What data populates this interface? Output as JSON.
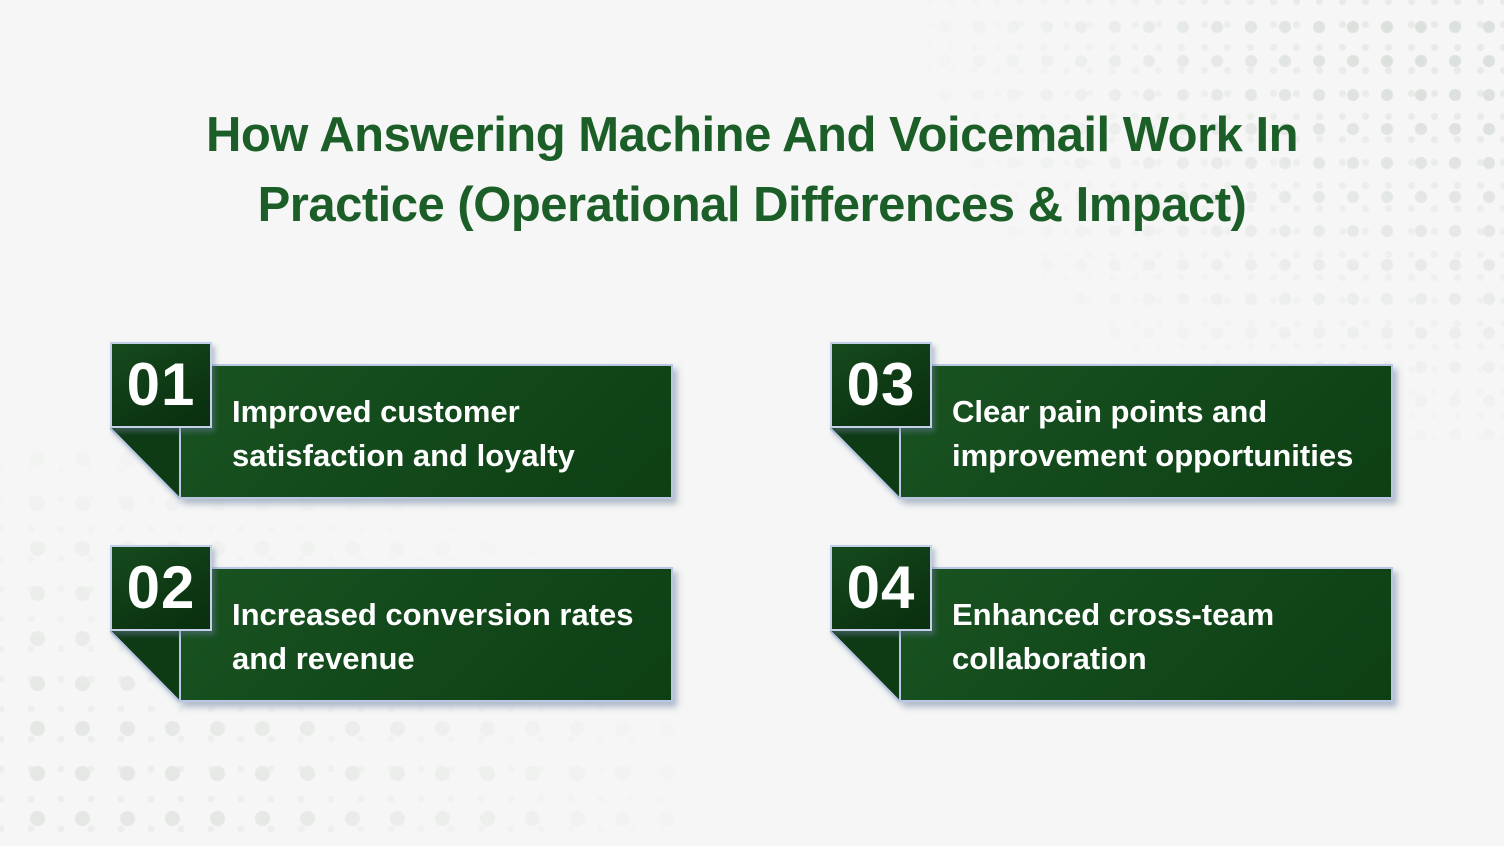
{
  "title": {
    "full": "How Answering Machine And Voicemail Work In Practice (Operational Differences & Impact)",
    "lines": [
      "How Answering Machine And Voicemail Work In",
      "Practice (Operational Differences & Impact)"
    ]
  },
  "items": [
    {
      "number": "01",
      "text": "Improved customer satisfaction and loyalty",
      "lines": [
        "Improved customer",
        "satisfaction and loyalty"
      ]
    },
    {
      "number": "02",
      "text": "Increased conversion rates and revenue",
      "lines": [
        "Increased conversion rates",
        "and revenue"
      ]
    },
    {
      "number": "03",
      "text": "Clear pain points and improvement opportunities",
      "lines": [
        "Clear pain points and",
        "improvement opportunities"
      ]
    },
    {
      "number": "04",
      "text": "Enhanced cross-team collaboration",
      "lines": [
        "Enhanced cross-team",
        "collaboration"
      ]
    }
  ],
  "colors": {
    "background": "#f5f6f5",
    "title_green": "#1c5e28",
    "bar_green": "#134a1c",
    "number_box_green": "#0c3511",
    "border_light": "#b9c7e4",
    "text_white": "#ffffff",
    "halftone_dot": "#dde1de"
  }
}
